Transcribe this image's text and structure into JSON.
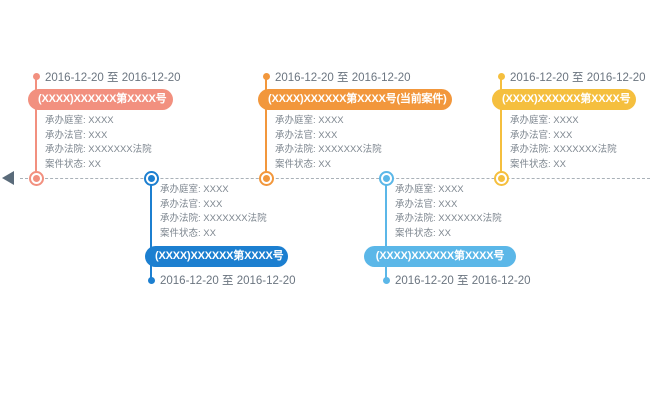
{
  "axis": {
    "arrow_direction": "left",
    "line_color": "#a9b1b8",
    "arrow_color": "#5a6b7a"
  },
  "detail_labels": {
    "chamber": "承办庭室",
    "judge": "承办法官",
    "court": "承办法院",
    "status": "案件状态"
  },
  "events": [
    {
      "id": "event-1",
      "side": "above",
      "color": "#f2907f",
      "case_no": "(XXXX)XXXXXX第XXXX号",
      "date_range": "2016-12-20 至 2016-12-20",
      "details": [
        "承办庭室: XXXX",
        "承办法官: XXX",
        "承办法院: XXXXXXX法院",
        "案件状态: XX"
      ]
    },
    {
      "id": "event-2",
      "side": "below",
      "color": "#1c7fd0",
      "case_no": "(XXXX)XXXXXX第XXXX号",
      "date_range": "2016-12-20 至 2016-12-20",
      "details": [
        "承办庭室: XXXX",
        "承办法官: XXX",
        "承办法院: XXXXXXX法院",
        "案件状态: XX"
      ]
    },
    {
      "id": "event-3",
      "side": "above",
      "color": "#f2973c",
      "case_no": "(XXXX)XXXXXX第XXXX号(当前案件)",
      "date_range": "2016-12-20 至 2016-12-20",
      "details": [
        "承办庭室: XXXX",
        "承办法官: XXX",
        "承办法院: XXXXXXX法院",
        "案件状态: XX"
      ]
    },
    {
      "id": "event-4",
      "side": "below",
      "color": "#5bb7e8",
      "case_no": "(XXXX)XXXXXX第XXXX号",
      "date_range": "2016-12-20 至 2016-12-20",
      "details": [
        "承办庭室: XXXX",
        "承办法官: XXX",
        "承办法院: XXXXXXX法院",
        "案件状态: XX"
      ]
    },
    {
      "id": "event-5",
      "side": "above",
      "color": "#f5bf3e",
      "case_no": "(XXXX)XXXXXX第XXXX号",
      "date_range": "2016-12-20 至 2016-12-20",
      "details": [
        "承办庭室: XXXX",
        "承办法官: XXX",
        "承办法院: XXXXXXX法院",
        "案件状态: XX"
      ]
    }
  ]
}
